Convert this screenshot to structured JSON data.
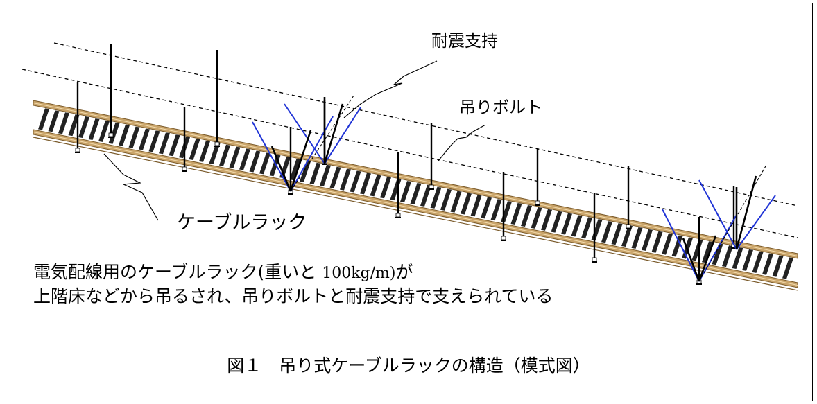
{
  "labels": {
    "seismic_support": "耐震支持",
    "hanging_bolt": "吊りボルト",
    "cable_rack": "ケーブルラック"
  },
  "description": {
    "line1_prefix": "電気配線用のケーブルラック(重いと ",
    "line1_value": "100kg/m)",
    "line1_suffix": "が",
    "line2": "上階床などから吊るされ、吊りボルトと耐震支持で支えられている"
  },
  "caption": "図１　吊り式ケーブルラックの構造（模式図）",
  "colors": {
    "rail": "#c9a46a",
    "rail_edge": "#7a5a2a",
    "brace": "#1f33d6",
    "line": "#000000",
    "background": "#ffffff"
  }
}
